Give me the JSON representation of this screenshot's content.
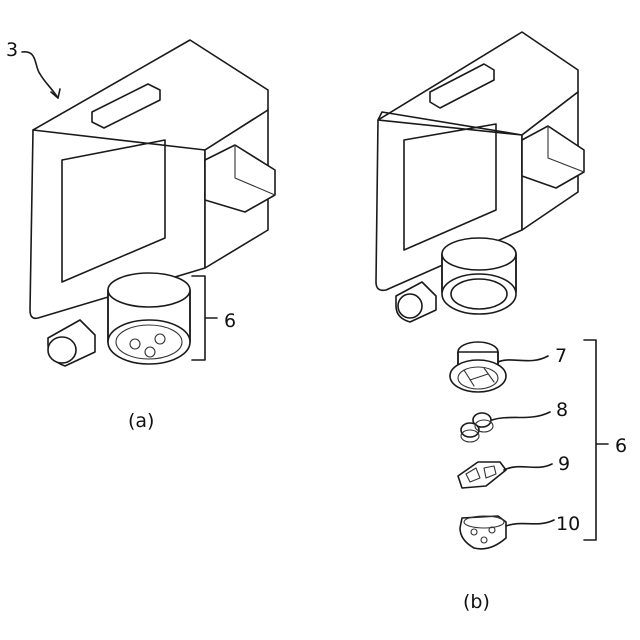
{
  "figure": {
    "label_a": "(a)",
    "label_b": "(b)",
    "ref_device": "3",
    "ref_connector_a": "6",
    "ref_connector_b": "6",
    "ref_part_7": "7",
    "ref_part_8": "8",
    "ref_part_9": "9",
    "ref_part_10": "10"
  }
}
